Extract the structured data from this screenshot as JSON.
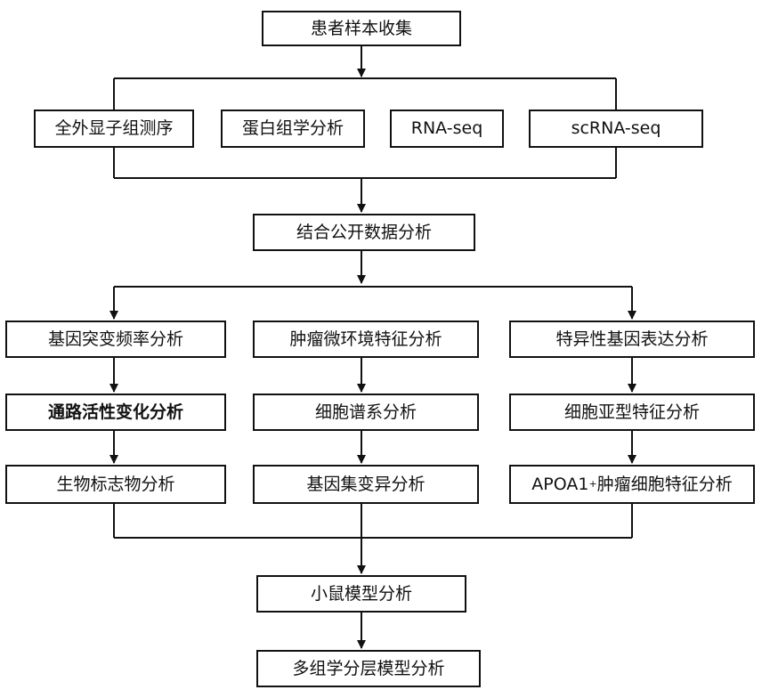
{
  "diagram": {
    "nodes": {
      "collect": "患者样本收集",
      "wes": "全外显子组测序",
      "proteomics": "蛋白组学分析",
      "rnaseq": "RNA-seq",
      "scrnaseq": "scRNA-seq",
      "public": "结合公开数据分析",
      "mutation": "基因突变频率分析",
      "tme": "肿瘤微环境特征分析",
      "specific": "特异性基因表达分析",
      "pathway": "通路活性变化分析",
      "lineage": "细胞谱系分析",
      "subtype": "细胞亚型特征分析",
      "biomarker": "生物标志物分析",
      "geneset": "基因集变异分析",
      "apoa1_main": "APOA1",
      "apoa1_sup": "+",
      "apoa1_tail": "肿瘤细胞特征分析",
      "mouse": "小鼠模型分析",
      "multiomics": "多组学分层模型分析"
    }
  }
}
